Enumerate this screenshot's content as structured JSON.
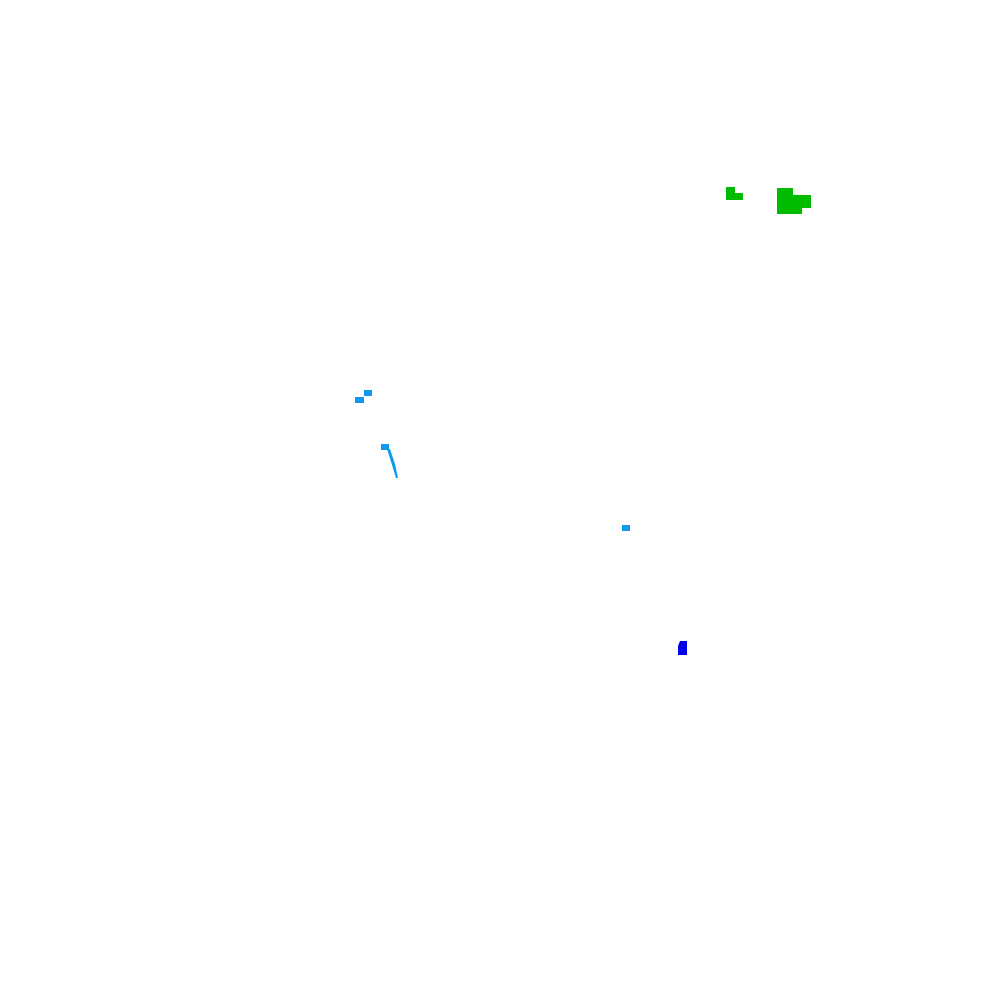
{
  "map": {
    "background_color": "#ffffff",
    "colors": {
      "green": "#00bb00",
      "light_blue": "#1199ee",
      "blue": "#0000ee"
    },
    "features": [
      {
        "name": "green-patch-small",
        "color_key": "green"
      },
      {
        "name": "green-patch-large",
        "color_key": "green"
      },
      {
        "name": "blue-dot-a",
        "color_key": "light_blue"
      },
      {
        "name": "blue-dot-b",
        "color_key": "light_blue"
      },
      {
        "name": "blue-dot-c",
        "color_key": "light_blue"
      },
      {
        "name": "blue-streak",
        "color_key": "light_blue"
      },
      {
        "name": "blue-dot-d",
        "color_key": "light_blue"
      },
      {
        "name": "dark-blue-patch",
        "color_key": "blue"
      }
    ]
  }
}
